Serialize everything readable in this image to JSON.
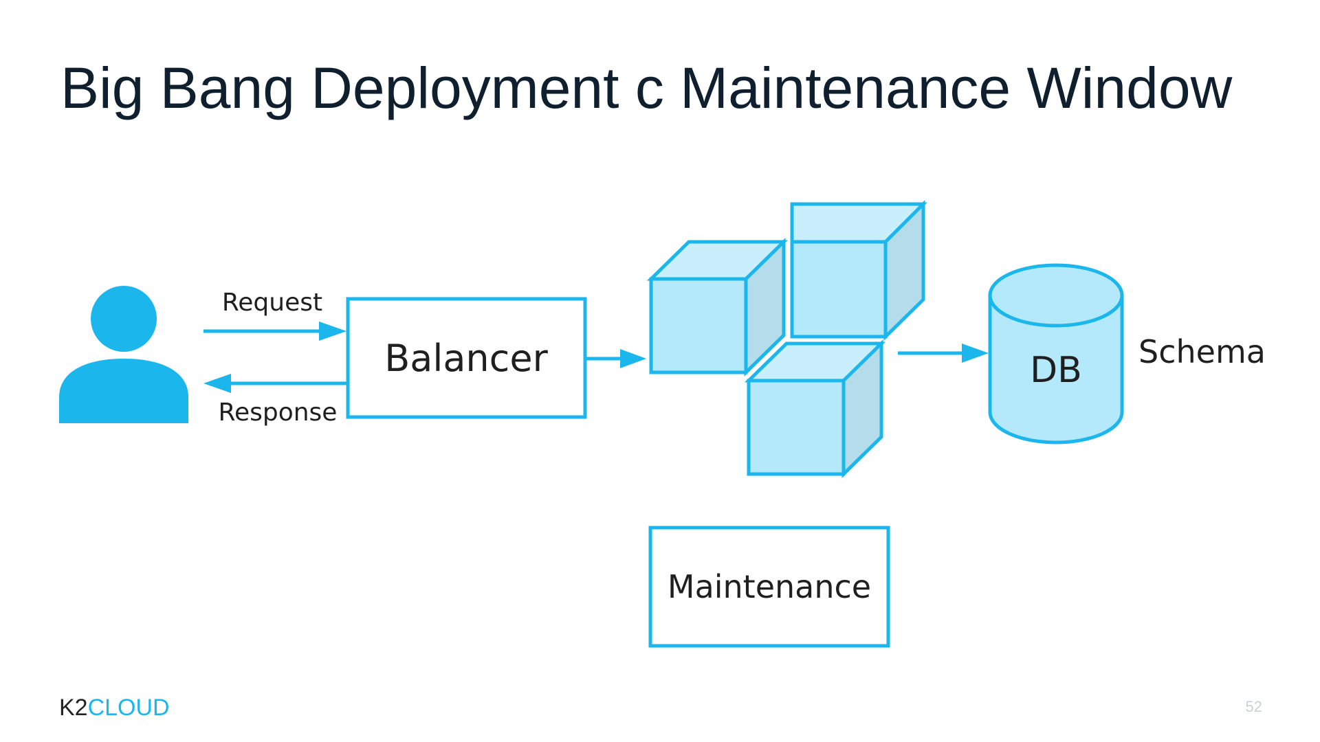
{
  "title": "Big Bang Deployment c Maintenance Window",
  "diagram": {
    "request_label": "Request",
    "response_label": "Response",
    "balancer_label": "Balancer",
    "db_label": "DB",
    "schema_label": "Schema",
    "maintenance_label": "Maintenance"
  },
  "footer": {
    "logo_k2": "K2",
    "logo_cloud": "CLOUD",
    "page_number": "52"
  },
  "colors": {
    "accent": "#1ab6ec",
    "box_fill": "#b3e9fb",
    "title_text": "#0f1f2e"
  },
  "icons": [
    "user-icon",
    "server-cube-icon",
    "database-icon"
  ]
}
